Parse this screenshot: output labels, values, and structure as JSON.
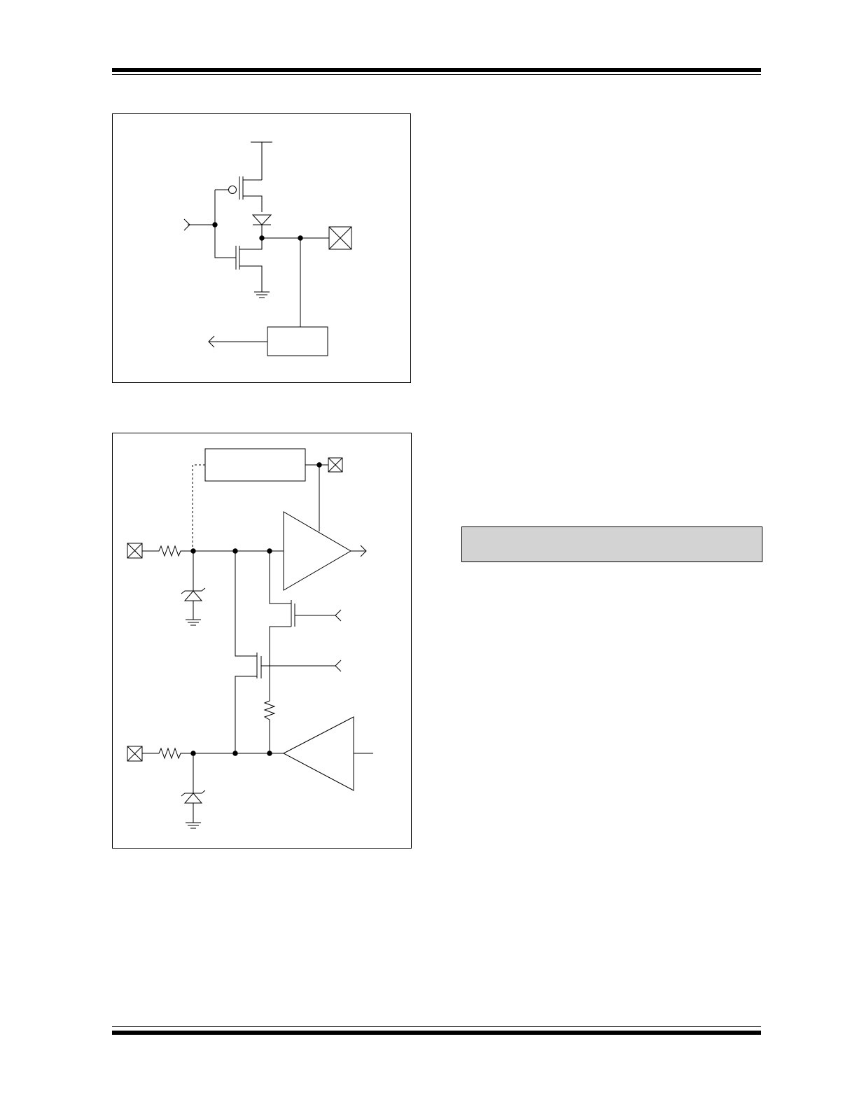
{
  "colors": {
    "rule": "#000000",
    "line": "#000000",
    "note_fill": "#d3d3d3",
    "page": "#ffffff"
  },
  "diagram_1": {
    "components": [
      "pmos-transistor",
      "nmos-transistor",
      "diode",
      "pin-pad",
      "ground",
      "data-bus-block",
      "input-arrow",
      "output-arrow"
    ]
  },
  "diagram_2": {
    "components": [
      "pin-pad",
      "resistor",
      "zener-diode",
      "ground",
      "op-amp-comparator",
      "nmos-transistor",
      "output-block",
      "pin-pad"
    ]
  }
}
